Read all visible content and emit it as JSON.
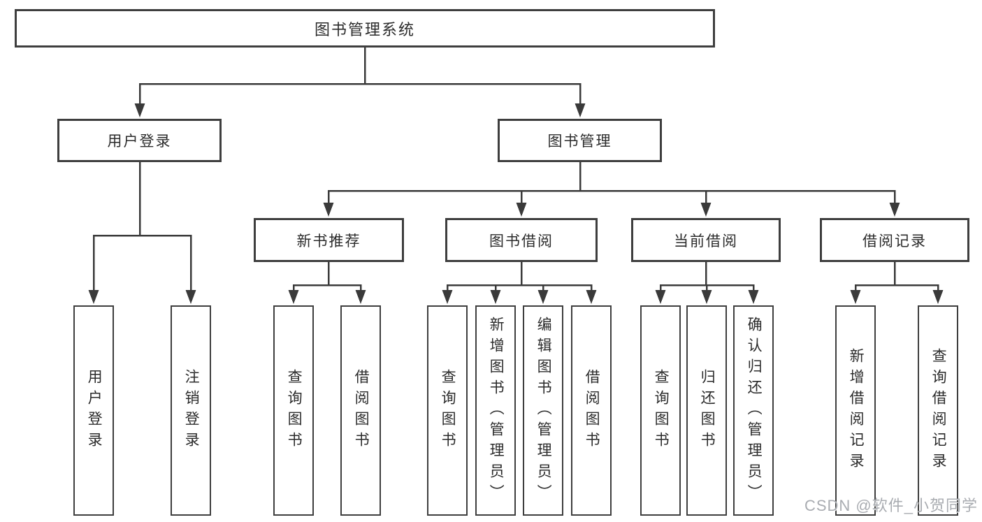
{
  "diagram_title": "图书管理系统",
  "tree": {
    "label": "图书管理系统",
    "children": [
      {
        "label": "用户登录",
        "children": [
          {
            "label": "用户登录"
          },
          {
            "label": "注销登录"
          }
        ]
      },
      {
        "label": "图书管理",
        "children": [
          {
            "label": "新书推荐",
            "children": [
              {
                "label": "查询图书"
              },
              {
                "label": "借阅图书"
              }
            ]
          },
          {
            "label": "图书借阅",
            "children": [
              {
                "label": "查询图书"
              },
              {
                "label": "新增图书（管理员）"
              },
              {
                "label": "编辑图书（管理员）"
              },
              {
                "label": "借阅图书"
              }
            ]
          },
          {
            "label": "当前借阅",
            "children": [
              {
                "label": "查询图书"
              },
              {
                "label": "归还图书"
              },
              {
                "label": "确认归还（管理员）"
              }
            ]
          },
          {
            "label": "借阅记录",
            "children": [
              {
                "label": "新增借阅记录"
              },
              {
                "label": "查询借阅记录"
              }
            ]
          }
        ]
      }
    ]
  },
  "watermark": {
    "text": "CSDN @软件_小贺同学"
  },
  "colors": {
    "line": "#3a3a3a",
    "box_border": "#3e3e3e",
    "text": "#2b2b2b",
    "background": "#ffffff",
    "watermark": "#a4a8ad"
  }
}
